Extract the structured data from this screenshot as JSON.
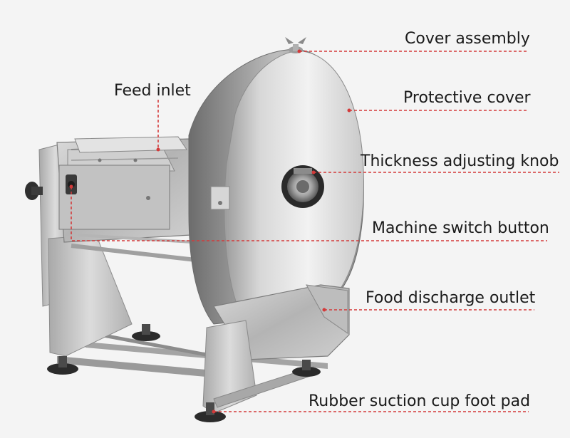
{
  "labels": {
    "cover_assembly": "Cover assembly",
    "feed_inlet": "Feed inlet",
    "protective_cover": "Protective cover",
    "thickness_knob": "Thickness adjusting knob",
    "switch_button": "Machine switch button",
    "discharge_outlet": "Food discharge outlet",
    "foot_pad": "Rubber suction cup foot pad"
  },
  "colors": {
    "leader": "#d33a3a",
    "steel_light": "#e9e9e9",
    "steel_mid": "#b9b9b9",
    "steel_dark": "#7d7d7d",
    "rubber": "#2b2b2b",
    "background": "#f4f4f4"
  }
}
